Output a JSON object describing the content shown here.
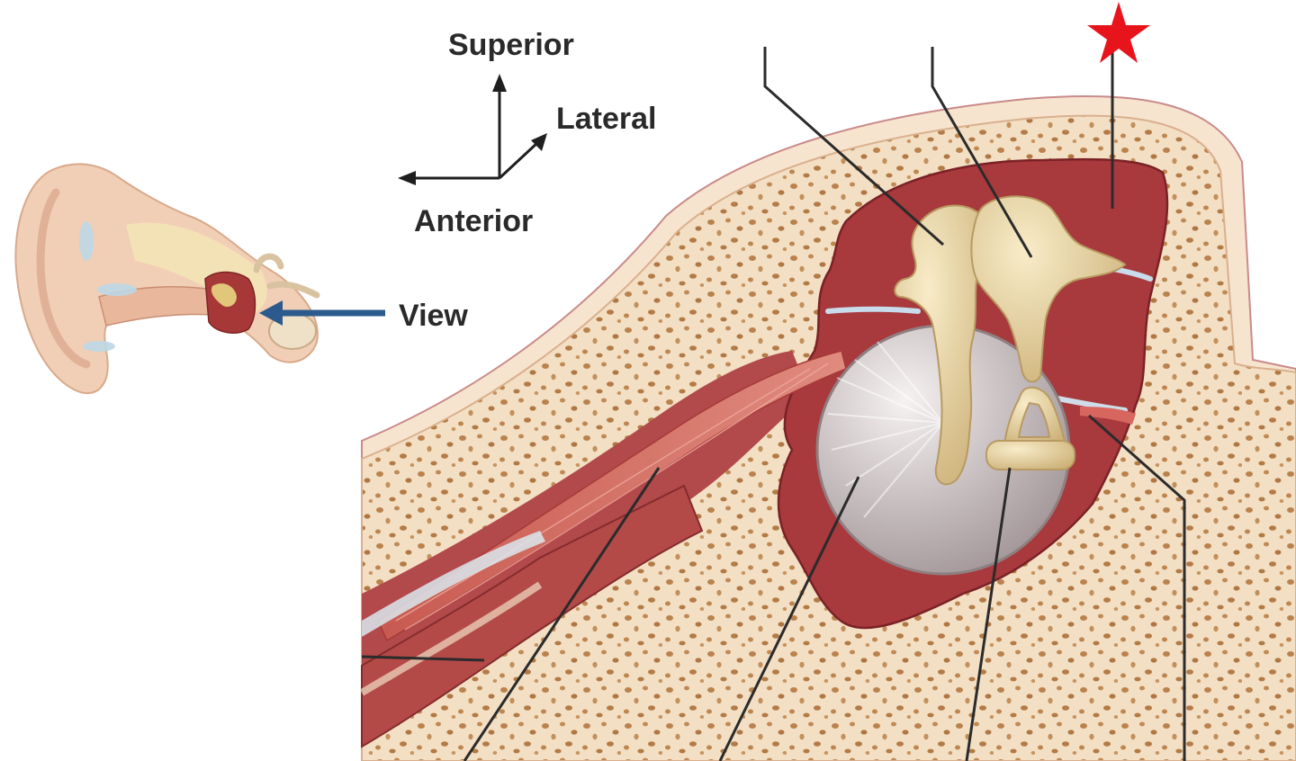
{
  "orientation": {
    "superior": "Superior",
    "lateral": "Lateral",
    "anterior": "Anterior"
  },
  "inset": {
    "view_label": "View",
    "arrow_color": "#2c5a8c"
  },
  "marker": {
    "icon": "star-icon",
    "color": "#e8141b"
  },
  "colors": {
    "bone": "#f2dcc0",
    "bone_spots": "#b87f4a",
    "cavity": "#a8393d",
    "ossicle": "#e6d0a2",
    "tympanic_membrane": "#c9c3c6",
    "leader_line": "#2b2b2b"
  }
}
